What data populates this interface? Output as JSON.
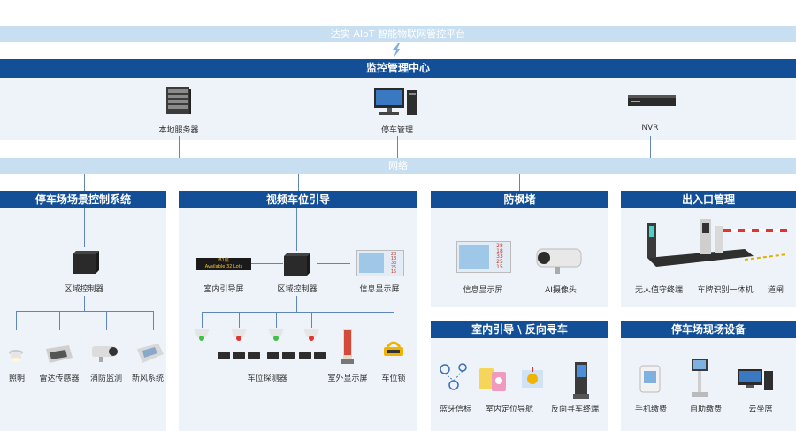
{
  "platform": {
    "title": "达实 AIoT 智能物联网管控平台"
  },
  "monitor": {
    "title": "监控管理中心",
    "items": [
      {
        "label": "本地服务器",
        "icon": "server-icon"
      },
      {
        "label": "停车管理",
        "icon": "computer-icon"
      },
      {
        "label": "NVR",
        "icon": "nvr-icon"
      }
    ]
  },
  "network": {
    "title": "网络"
  },
  "sections": {
    "lighting": {
      "title": "停车场场景控制系统",
      "controller": "区域控制器",
      "devices": [
        "照明",
        "雷达传感器",
        "消防监测",
        "新风系统"
      ]
    },
    "guidance": {
      "title": "视频车位引导",
      "indoor_screen": "室内引导屏",
      "controller": "区域控制器",
      "info_screen": "信息显示屏",
      "detector": "车位探测器",
      "outdoor_screen": "室外显示屏",
      "lock": "车位锁",
      "screen_text": [
        "B1层",
        "Available 32 Lots"
      ],
      "info_numbers": [
        "28",
        "18",
        "33",
        "25",
        "15"
      ]
    },
    "antitailgate": {
      "title": "防枫堵",
      "items": [
        "信息显示屏",
        "AI摄像头"
      ],
      "info_numbers": [
        "28",
        "18",
        "33",
        "25",
        "15"
      ]
    },
    "entrance": {
      "title": "出入口管理",
      "items": [
        "无人值守终端",
        "车牌识别一体机",
        "道闸"
      ]
    },
    "findcar": {
      "title": "室内引导 \\ 反向寻车",
      "items": [
        "蓝牙信标",
        "室内定位导航",
        "反向寻车终端"
      ]
    },
    "onsite": {
      "title": "停车场现场设备",
      "items": [
        "手机缴费",
        "自助缴费",
        "云坐席"
      ]
    }
  },
  "colors": {
    "dark_bar": "#124f97",
    "light_bar": "#c8dff1",
    "panel": "#edf3f9",
    "line": "#5f86b8"
  }
}
